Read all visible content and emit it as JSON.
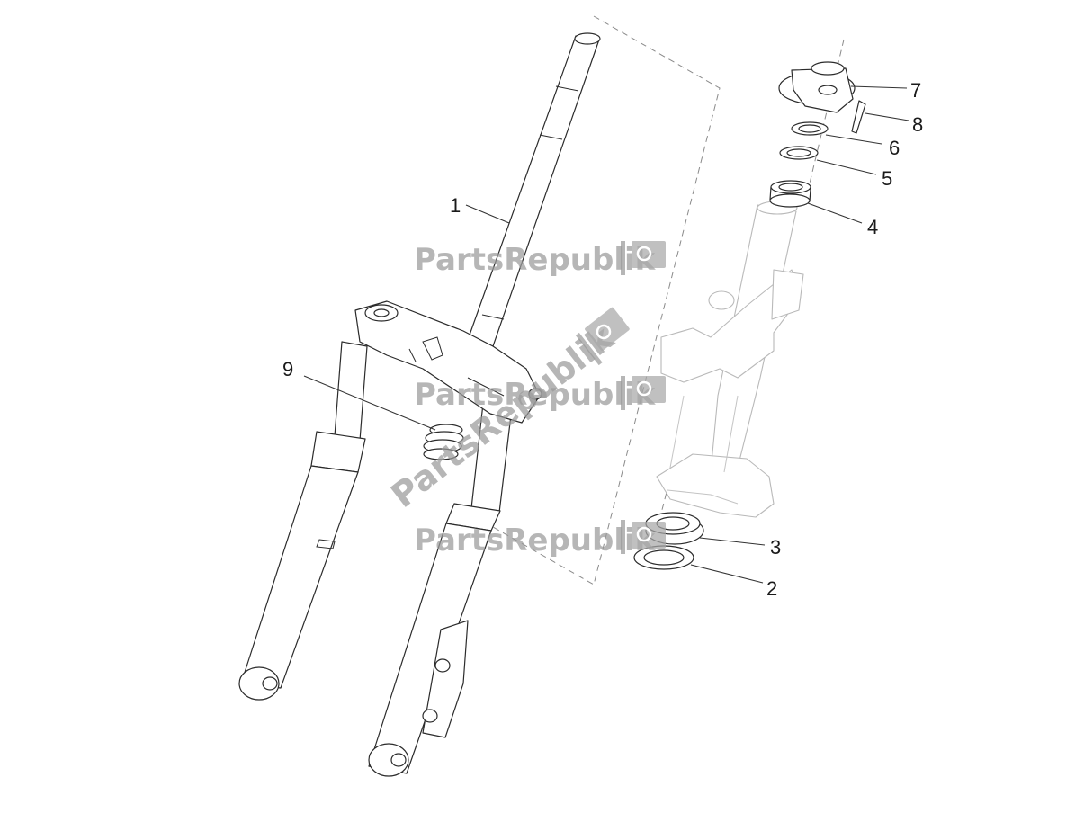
{
  "diagram": {
    "type": "exploded-parts-diagram",
    "callouts": [
      {
        "id": "c1",
        "label": "1"
      },
      {
        "id": "c2",
        "label": "2"
      },
      {
        "id": "c3",
        "label": "3"
      },
      {
        "id": "c4",
        "label": "4"
      },
      {
        "id": "c5",
        "label": "5"
      },
      {
        "id": "c6",
        "label": "6"
      },
      {
        "id": "c7",
        "label": "7"
      },
      {
        "id": "c8",
        "label": "8"
      },
      {
        "id": "c9",
        "label": "9"
      }
    ],
    "watermark": {
      "text": "PartsRepublik",
      "icon": "gear-icon",
      "color": "#9a9a9a"
    },
    "colors": {
      "line": "#2b2b2b",
      "ghost": "#b9b9b9",
      "background": "#ffffff"
    }
  }
}
